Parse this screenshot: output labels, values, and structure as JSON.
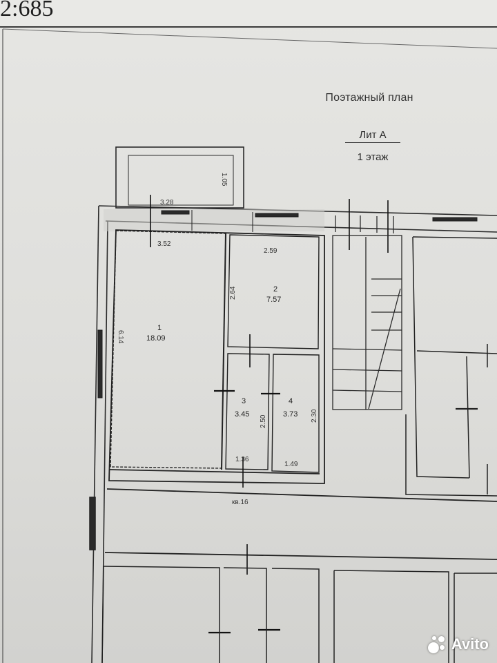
{
  "header": {
    "doc_number": "2:685"
  },
  "plan": {
    "title": "Поэтажный план",
    "lit": "Лит А",
    "floor": "1 этаж"
  },
  "balcony": {
    "width": "3.28",
    "depth": "1.05"
  },
  "rooms": [
    {
      "number": "1",
      "area": "18.09",
      "width": "3.52",
      "length": "6.14"
    },
    {
      "number": "2",
      "area": "7.57",
      "width": "2.59",
      "length": "2.64"
    },
    {
      "number": "3",
      "area": "3.45",
      "width": "1.36",
      "length": "2.50"
    },
    {
      "number": "4",
      "area": "3.73",
      "width": "1.49",
      "length": "2.30"
    }
  ],
  "apartment": {
    "label": "кв.16"
  },
  "watermark": {
    "text": "Avito"
  }
}
